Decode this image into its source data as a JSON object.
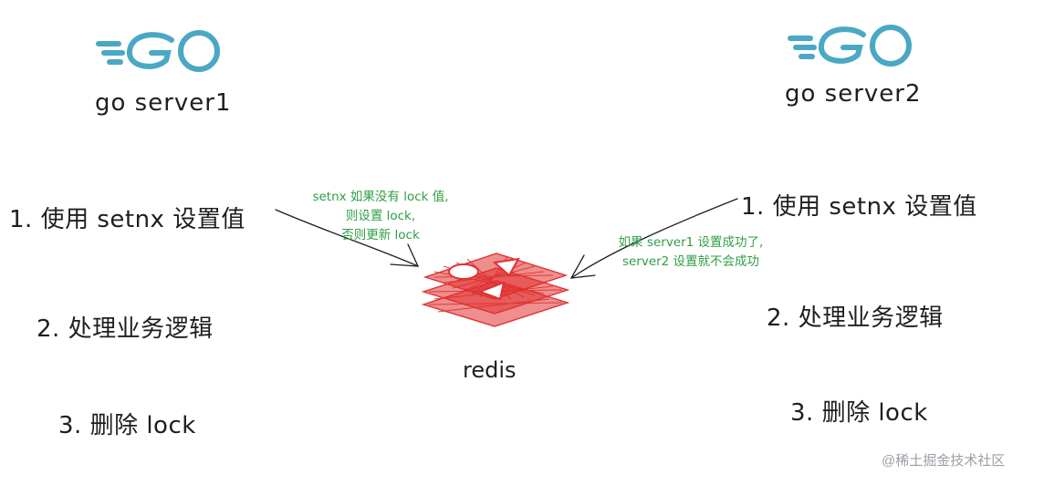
{
  "left": {
    "logo_text": "GO",
    "server_label": "go server1",
    "steps": [
      "1. 使用 setnx 设置值",
      "2. 处理业务逻辑",
      "3. 删除 lock"
    ]
  },
  "right": {
    "logo_text": "GO",
    "server_label": "go server2",
    "steps": [
      "1. 使用 setnx 设置值",
      "2. 处理业务逻辑",
      "3. 删除 lock"
    ]
  },
  "notes": {
    "left": [
      "setnx 如果没有 lock 值,",
      "则设置 lock,",
      "否则更新 lock"
    ],
    "right": [
      "如果 server1 设置成功了,",
      "server2 设置就不会成功"
    ]
  },
  "redis_label": "redis",
  "watermark": "@稀土掘金技术社区",
  "colors": {
    "go_blue": "#4aa8c4",
    "note_green": "#2f9e44",
    "redis_red": "#e03131",
    "ink": "#1e1e1e"
  },
  "icons": {
    "logo": "go-gopher-logo",
    "redis": "redis-stack-icon"
  }
}
